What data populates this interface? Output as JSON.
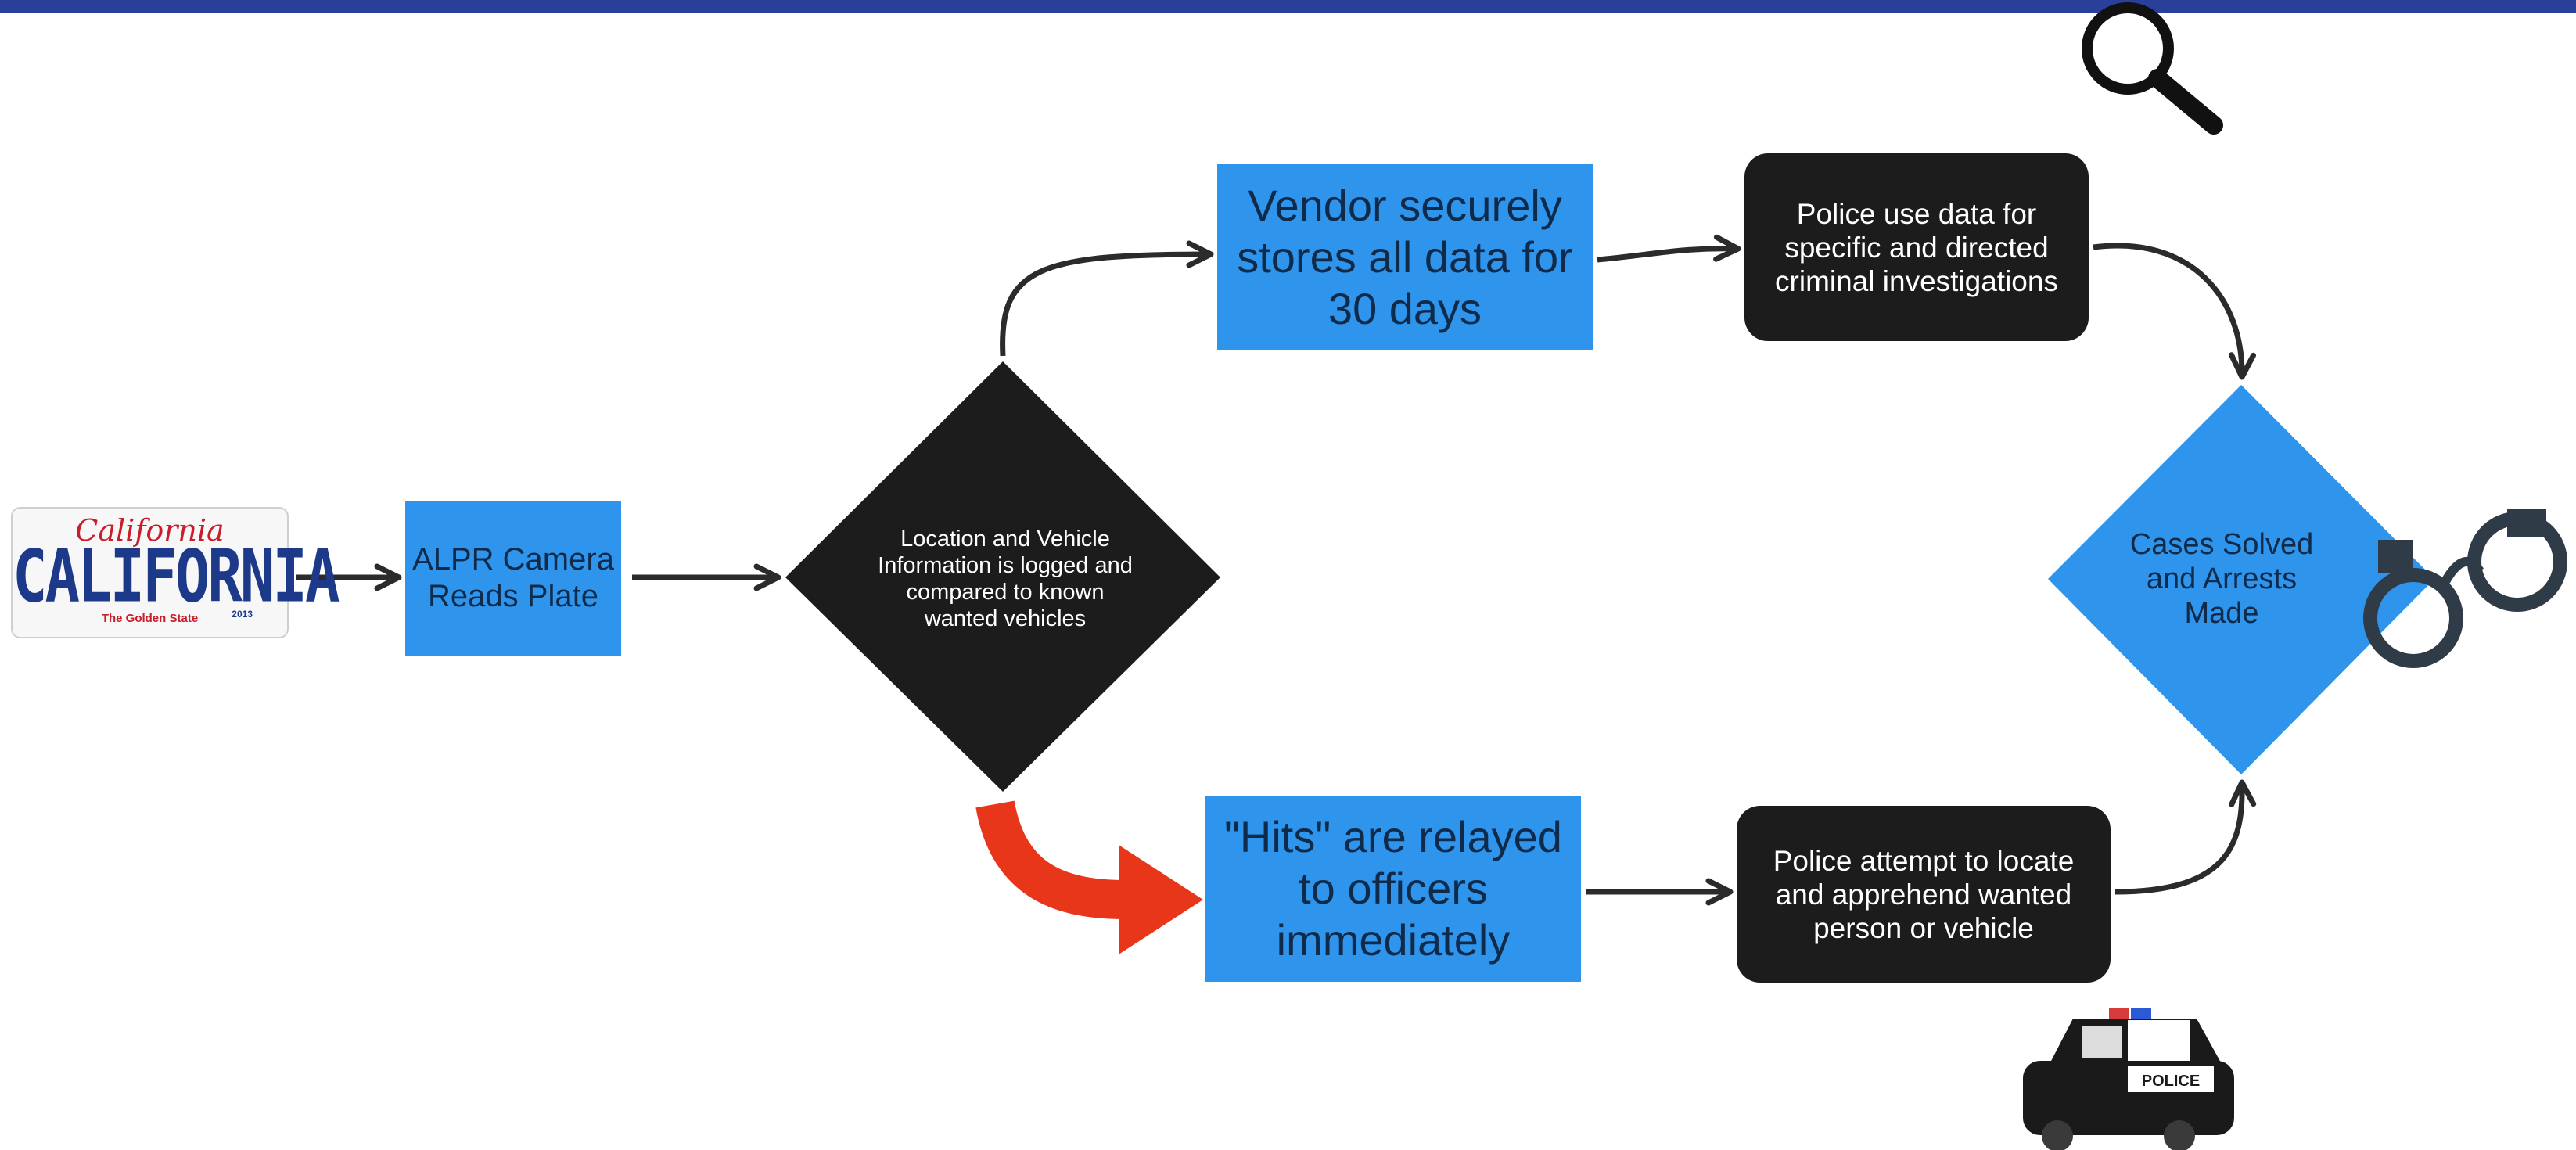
{
  "plate": {
    "state_script": "California",
    "number": "CALIFORNIA",
    "slogan": "The Golden State",
    "year": "2013"
  },
  "nodes": {
    "camera": "ALPR Camera Reads Plate",
    "logged": "Location and Vehicle Information is logged and compared to known wanted vehicles",
    "vendor": "Vendor securely stores all data for 30 days",
    "hits": "\"Hits\" are relayed to officers immediately",
    "police_data": "Police use data for specific and directed criminal investigations",
    "police_locate": "Police attempt to locate and apprehend wanted person or vehicle",
    "cases": "Cases Solved and Arrests Made"
  },
  "police_car_text": "POLICE",
  "icons": [
    "magnifying-glass-icon",
    "handcuffs-icon",
    "police-car-icon"
  ],
  "colors": {
    "top_bar": "#2a3f9a",
    "blue_box": "#2f95ec",
    "dark_box": "#1c1c1c",
    "arrow": "#2b2b2b",
    "hit_arrow": "#e8361a",
    "plate_blue": "#1d3a8a",
    "plate_red": "#c81e2b"
  }
}
